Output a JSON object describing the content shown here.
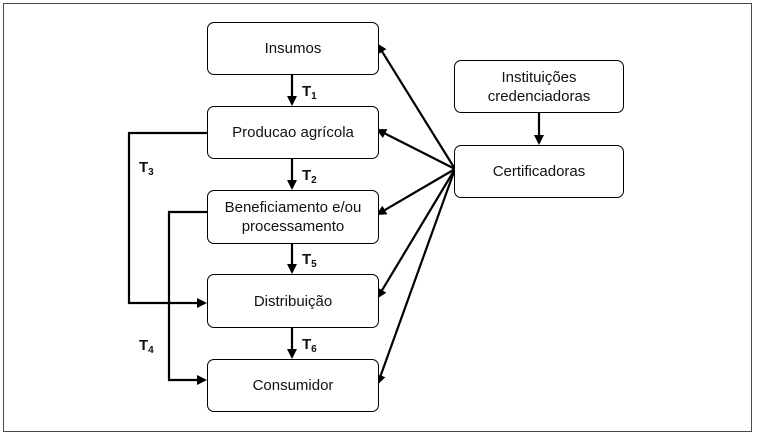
{
  "nodes": {
    "insumos": "Insumos",
    "producao": "Producao agrícola",
    "beneficiamento_line1": "Beneficiamento e/ou",
    "beneficiamento_line2": "processamento",
    "distribuicao": "Distribuição",
    "consumidor": "Consumidor",
    "instituicoes_line1": "Instituições",
    "instituicoes_line2": "credenciadoras",
    "certificadoras": "Certificadoras"
  },
  "transactions": [
    {
      "letter": "T",
      "sub": "1"
    },
    {
      "letter": "T",
      "sub": "2"
    },
    {
      "letter": "T",
      "sub": "3"
    },
    {
      "letter": "T",
      "sub": "4"
    },
    {
      "letter": "T",
      "sub": "5"
    },
    {
      "letter": "T",
      "sub": "6"
    }
  ]
}
